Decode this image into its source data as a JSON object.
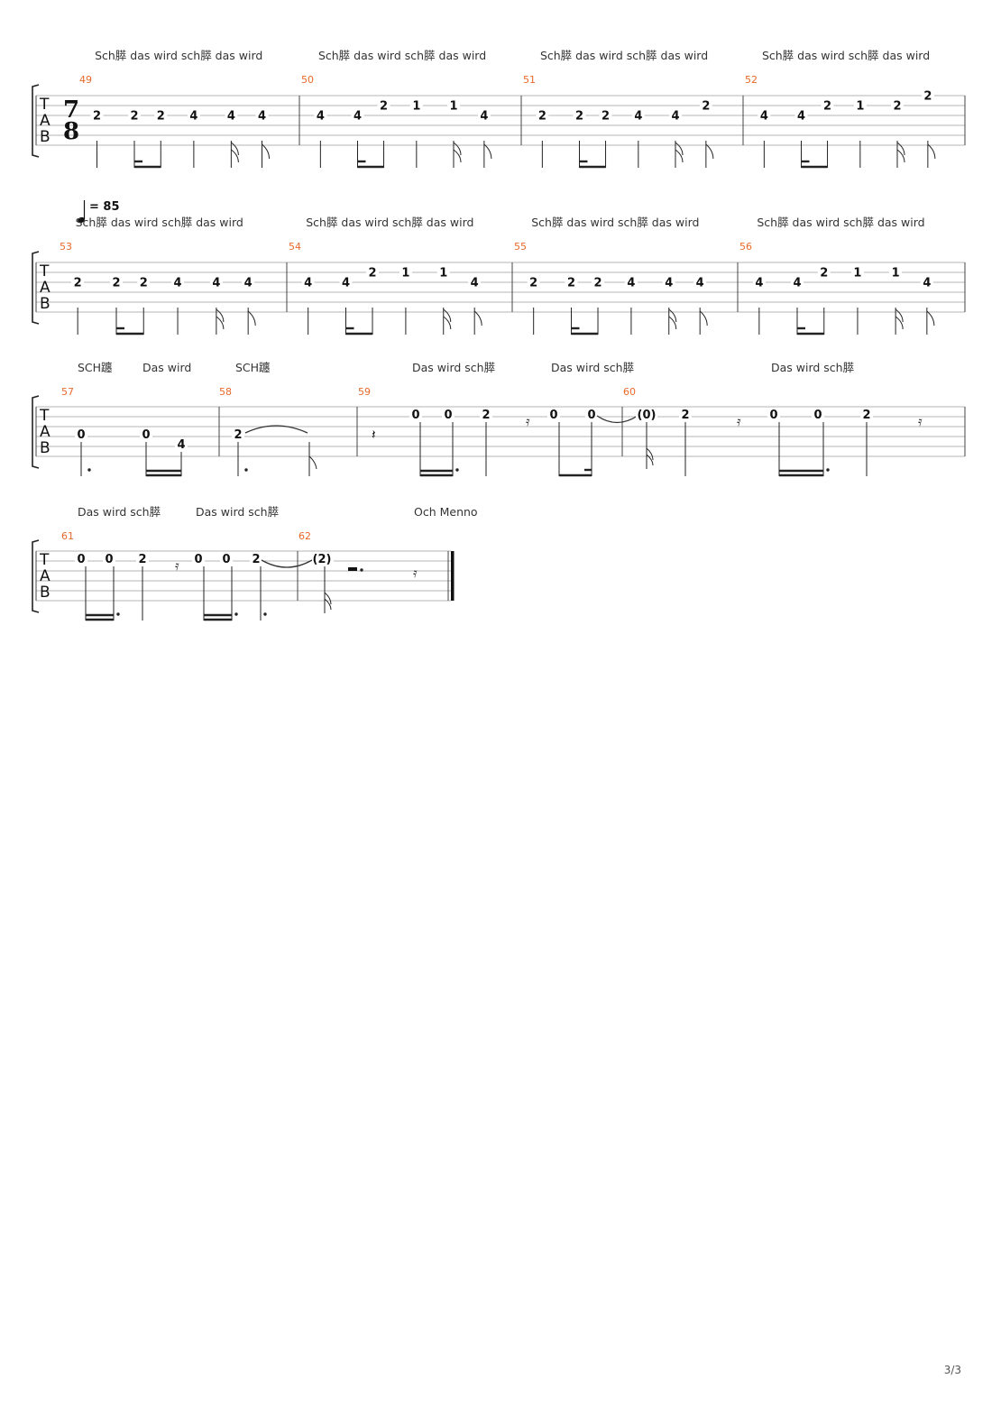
{
  "tempo": {
    "bpm": "= 85"
  },
  "time_signature": {
    "numerator": "7",
    "denominator": "8"
  },
  "page_number": "3/3",
  "systems": [
    {
      "measures": [
        {
          "number": "49",
          "lyrics": "Sch膵 das wird sch膵 das wird",
          "notes": [
            {
              "fret": "2",
              "line": 2,
              "x": 0.08,
              "stem": "plain"
            },
            {
              "fret": "2",
              "line": 2,
              "x": 0.25,
              "stem": "beam16a"
            },
            {
              "fret": "2",
              "line": 2,
              "x": 0.37,
              "stem": "beam16b"
            },
            {
              "fret": "4",
              "line": 2,
              "x": 0.52,
              "stem": "plain"
            },
            {
              "fret": "4",
              "line": 2,
              "x": 0.69,
              "stem": "flag16"
            },
            {
              "fret": "4",
              "line": 2,
              "x": 0.83,
              "stem": "flag8"
            }
          ]
        },
        {
          "number": "50",
          "lyrics": "Sch膵 das wird sch膵 das wird",
          "notes": [
            {
              "fret": "4",
              "line": 2,
              "x": 0.08,
              "stem": "plain"
            },
            {
              "fret": "4",
              "line": 2,
              "x": 0.25,
              "stem": "beam16a"
            },
            {
              "fret": "2",
              "line": 1,
              "x": 0.37,
              "stem": "beam16b"
            },
            {
              "fret": "1",
              "line": 1,
              "x": 0.52,
              "stem": "plain"
            },
            {
              "fret": "1",
              "line": 1,
              "x": 0.69,
              "stem": "flag16"
            },
            {
              "fret": "4",
              "line": 2,
              "x": 0.83,
              "stem": "flag8"
            }
          ]
        },
        {
          "number": "51",
          "lyrics": "Sch膵 das wird sch膵 das wird",
          "notes": [
            {
              "fret": "2",
              "line": 2,
              "x": 0.08,
              "stem": "plain"
            },
            {
              "fret": "2",
              "line": 2,
              "x": 0.25,
              "stem": "beam16a"
            },
            {
              "fret": "2",
              "line": 2,
              "x": 0.37,
              "stem": "beam16b"
            },
            {
              "fret": "4",
              "line": 2,
              "x": 0.52,
              "stem": "plain"
            },
            {
              "fret": "4",
              "line": 2,
              "x": 0.69,
              "stem": "flag16"
            },
            {
              "fret": "2",
              "line": 1,
              "x": 0.83,
              "stem": "flag8"
            }
          ]
        },
        {
          "number": "52",
          "lyrics": "Sch膵 das wird sch膵 das wird",
          "notes": [
            {
              "fret": "4",
              "line": 2,
              "x": 0.08,
              "stem": "plain"
            },
            {
              "fret": "4",
              "line": 2,
              "x": 0.25,
              "stem": "beam16a"
            },
            {
              "fret": "2",
              "line": 1,
              "x": 0.37,
              "stem": "beam16b"
            },
            {
              "fret": "1",
              "line": 1,
              "x": 0.52,
              "stem": "plain"
            },
            {
              "fret": "2",
              "line": 1,
              "x": 0.69,
              "stem": "flag16"
            },
            {
              "fret": "2",
              "line": 0,
              "x": 0.83,
              "stem": "flag8"
            }
          ]
        }
      ]
    },
    {
      "measures": [
        {
          "number": "53",
          "lyrics": "Sch膵 das wird sch膵 das wird",
          "notes": [
            {
              "fret": "2",
              "line": 2,
              "x": 0.08,
              "stem": "plain"
            },
            {
              "fret": "2",
              "line": 2,
              "x": 0.25,
              "stem": "beam16a"
            },
            {
              "fret": "2",
              "line": 2,
              "x": 0.37,
              "stem": "beam16b"
            },
            {
              "fret": "4",
              "line": 2,
              "x": 0.52,
              "stem": "plain"
            },
            {
              "fret": "4",
              "line": 2,
              "x": 0.69,
              "stem": "flag16"
            },
            {
              "fret": "4",
              "line": 2,
              "x": 0.83,
              "stem": "flag8"
            }
          ]
        },
        {
          "number": "54",
          "lyrics": "Sch膵 das wird sch膵 das wird",
          "notes": [
            {
              "fret": "4",
              "line": 2,
              "x": 0.08,
              "stem": "plain"
            },
            {
              "fret": "4",
              "line": 2,
              "x": 0.25,
              "stem": "beam16a"
            },
            {
              "fret": "2",
              "line": 1,
              "x": 0.37,
              "stem": "beam16b"
            },
            {
              "fret": "1",
              "line": 1,
              "x": 0.52,
              "stem": "plain"
            },
            {
              "fret": "1",
              "line": 1,
              "x": 0.69,
              "stem": "flag16"
            },
            {
              "fret": "4",
              "line": 2,
              "x": 0.83,
              "stem": "flag8"
            }
          ]
        },
        {
          "number": "55",
          "lyrics": "Sch膵 das wird sch膵 das wird",
          "notes": [
            {
              "fret": "2",
              "line": 2,
              "x": 0.08,
              "stem": "plain"
            },
            {
              "fret": "2",
              "line": 2,
              "x": 0.25,
              "stem": "beam16a"
            },
            {
              "fret": "2",
              "line": 2,
              "x": 0.37,
              "stem": "beam16b"
            },
            {
              "fret": "4",
              "line": 2,
              "x": 0.52,
              "stem": "plain"
            },
            {
              "fret": "4",
              "line": 2,
              "x": 0.69,
              "stem": "flag16"
            },
            {
              "fret": "4",
              "line": 2,
              "x": 0.83,
              "stem": "flag8"
            }
          ]
        },
        {
          "number": "56",
          "lyrics": "Sch膵 das wird sch膵 das wird",
          "notes": [
            {
              "fret": "4",
              "line": 2,
              "x": 0.08,
              "stem": "plain"
            },
            {
              "fret": "4",
              "line": 2,
              "x": 0.25,
              "stem": "beam16a"
            },
            {
              "fret": "2",
              "line": 1,
              "x": 0.37,
              "stem": "beam16b"
            },
            {
              "fret": "1",
              "line": 1,
              "x": 0.52,
              "stem": "plain"
            },
            {
              "fret": "1",
              "line": 1,
              "x": 0.69,
              "stem": "flag16"
            },
            {
              "fret": "4",
              "line": 2,
              "x": 0.83,
              "stem": "flag8"
            }
          ]
        }
      ]
    }
  ],
  "system3_lyrics": [
    "SCH躔",
    "Das wird",
    "SCH躔",
    "Das wird sch膵",
    "Das wird sch膵",
    "Das wird sch膵"
  ],
  "system3_measures": [
    "57",
    "58",
    "59",
    "60"
  ],
  "system3_frets": [
    "0",
    "0",
    "4",
    "2",
    "0",
    "0",
    "2",
    "0",
    "0",
    "(0)",
    "2",
    "0",
    "0",
    "2"
  ],
  "system4_lyrics": [
    "Das wird sch膵",
    "Das wird sch膵",
    "Och Menno"
  ],
  "system4_measures": [
    "61",
    "62"
  ],
  "system4_frets": [
    "0",
    "0",
    "2",
    "0",
    "0",
    "2",
    "(2)"
  ]
}
